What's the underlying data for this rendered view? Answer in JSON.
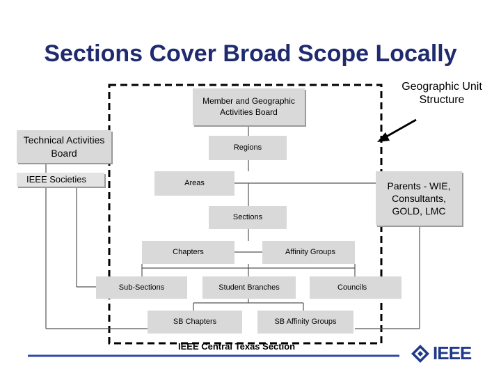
{
  "slide": {
    "title": "Sections Cover Broad Scope Locally",
    "footer": "IEEE Central Texas Section"
  },
  "annotations": {
    "geographic_unit": "Geographic Unit Structure",
    "parents": "Parents - WIE, Consultants, GOLD, LMC"
  },
  "nodes": {
    "mgab": "Member and Geographic Activities Board",
    "tab": "Technical Activities Board",
    "societies": "IEEE Societies",
    "regions": "Regions",
    "areas": "Areas",
    "sections": "Sections",
    "chapters": "Chapters",
    "affinity_groups": "Affinity Groups",
    "sub_sections": "Sub-Sections",
    "student_branches": "Student Branches",
    "councils": "Councils",
    "sb_chapters": "SB Chapters",
    "sb_affinity_groups": "SB Affinity Groups"
  },
  "logo": {
    "text": "IEEE",
    "color": "#1f3a8a"
  },
  "colors": {
    "title": "#1f2b6e",
    "box_fill": "#d9d9d9",
    "rule": "#2f49a8"
  }
}
